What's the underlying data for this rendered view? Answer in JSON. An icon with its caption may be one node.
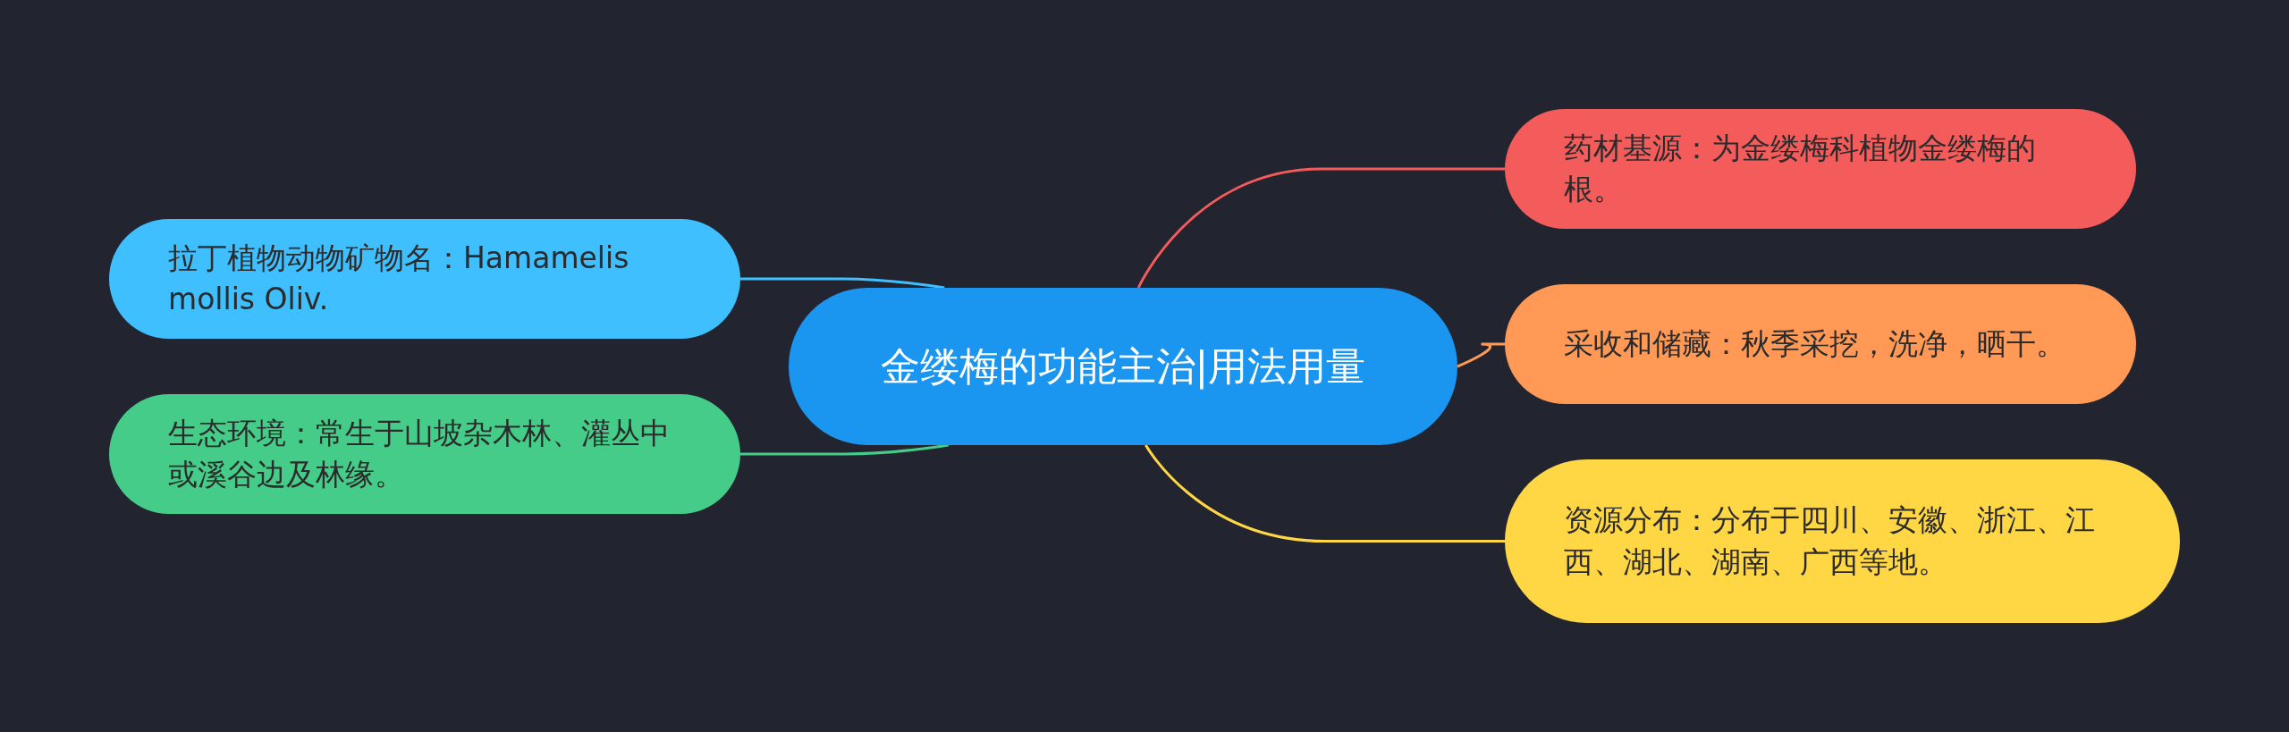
{
  "diagram": {
    "nodes": [
      {
        "text": [
          "金缕梅的功能主治|用法用量"
        ]
      },
      {
        "text": [
          "拉丁植物动物矿物名：Hamamelis mollis Oliv."
        ]
      },
      {
        "text": [
          "生态环境：常生于山坡杂木林、灌丛中或溪谷边及林缘。"
        ]
      },
      {
        "text": [
          "药材基源：为金缕梅科植物金缕梅的根。"
        ]
      },
      {
        "text": [
          "采收和储藏：秋季采挖，洗净，晒干。"
        ]
      },
      {
        "text": [
          "资源分布：分布于四川、安徽、浙江、江西、湖北、湖南、广西等地。"
        ]
      }
    ],
    "edges": [
      {
        "from": 0,
        "to": 1,
        "arrow": "none",
        "color": "#40bfff"
      },
      {
        "from": 0,
        "to": 2,
        "arrow": "none",
        "color": "#45cc88"
      },
      {
        "from": 0,
        "to": 3,
        "arrow": "none",
        "color": "#f45b5b"
      },
      {
        "from": 0,
        "to": 4,
        "arrow": "none",
        "color": "#ff9955"
      },
      {
        "from": 0,
        "to": 5,
        "arrow": "none",
        "color": "#ffd644"
      }
    ]
  }
}
